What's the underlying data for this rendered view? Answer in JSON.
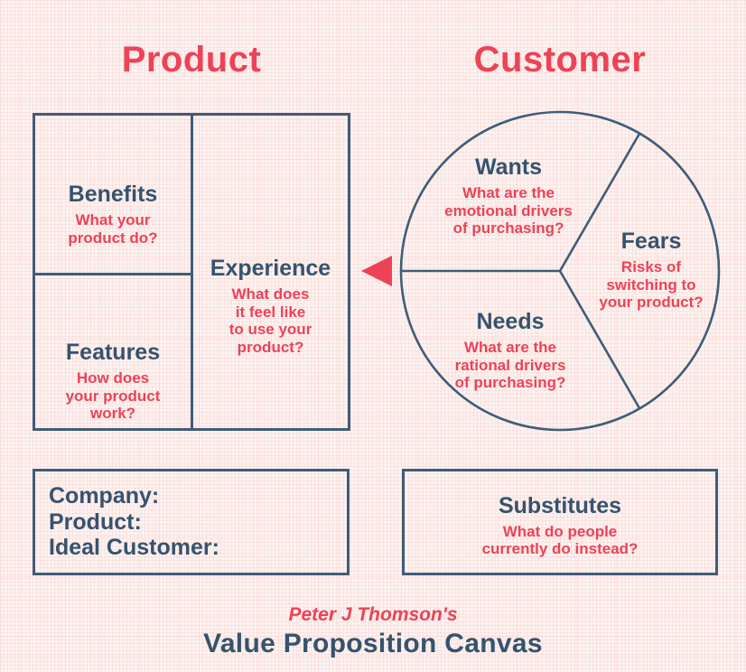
{
  "colors": {
    "background": "#fdf3f1",
    "grid_line": "#f7d7d5",
    "pink": "#ee4256",
    "navy_text": "#35536d",
    "border_navy": "#3e5d78"
  },
  "headers": {
    "product": "Product",
    "customer": "Customer"
  },
  "product_grid": {
    "benefits": {
      "title": "Benefits",
      "subtitle": "What your\nproduct do?"
    },
    "features": {
      "title": "Features",
      "subtitle": "How does\nyour product\nwork?"
    },
    "experience": {
      "title": "Experience",
      "subtitle": "What does\nit feel like\nto use your\nproduct?"
    }
  },
  "customer_circle": {
    "wants": {
      "title": "Wants",
      "subtitle": "What are the\nemotional drivers\nof purchasing?"
    },
    "fears": {
      "title": "Fears",
      "subtitle": "Risks of\nswitching to\nyour product?"
    },
    "needs": {
      "title": "Needs",
      "subtitle": "What are the\nrational drivers\nof purchasing?"
    }
  },
  "company_box": {
    "lines": [
      "Company:",
      "Product:",
      "Ideal Customer:"
    ]
  },
  "substitutes_box": {
    "title": "Substitutes",
    "subtitle": "What do people\ncurrently do instead?"
  },
  "footer": {
    "attribution": "Peter J Thomson's",
    "title": "Value Proposition Canvas"
  },
  "icons": {
    "arrow": "left-pointing-triangle"
  }
}
